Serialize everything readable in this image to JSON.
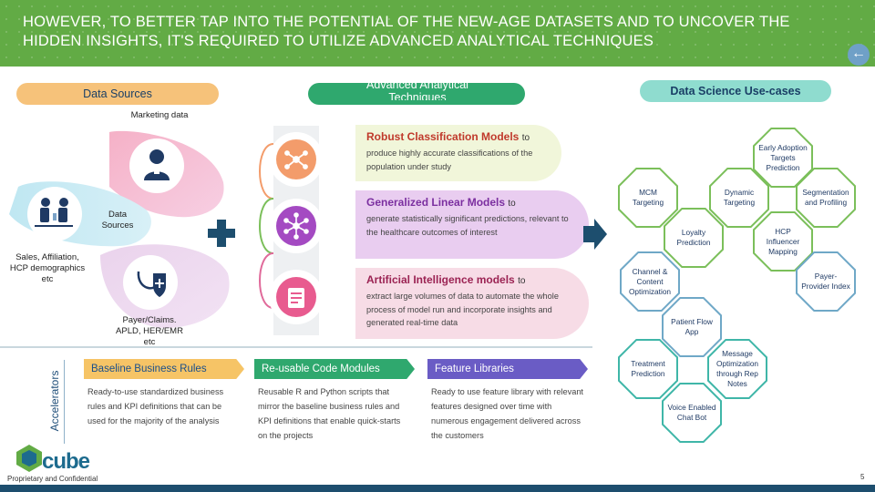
{
  "header": {
    "title": "HOWEVER, TO BETTER TAP INTO THE POTENTIAL OF THE NEW-AGE DATASETS AND TO UNCOVER THE HIDDEN INSIGHTS, IT'S REQUIRED TO UTILIZE ADVANCED ANALYTICAL TECHNIQUES",
    "back_icon": "arrow-left-icon"
  },
  "columns": {
    "sources": "Data Sources",
    "advanced": "Advanced Analytical Techniques",
    "use_cases": "Data Science Use-cases"
  },
  "sources": {
    "marketing": "Marketing data",
    "center": "Data Sources",
    "sales": "Sales, Affiliation, HCP demographics etc",
    "payer": "Payer/Claims. APLD, HER/EMR etc"
  },
  "models": [
    {
      "title": "Robust Classification Models",
      "to": "to",
      "desc": "produce highly accurate classifications of the population under study"
    },
    {
      "title": "Generalized Linear Models",
      "to": "to",
      "desc": "generate statistically significant predictions, relevant to the healthcare outcomes of interest"
    },
    {
      "title": "Artificial Intelligence models",
      "to": "to",
      "desc": "extract large volumes of data to automate the whole process of model run and incorporate insights and generated  real-time data"
    }
  ],
  "accelerators": {
    "label": "Accelerators",
    "cards": [
      {
        "title": "Baseline Business Rules",
        "body": "Ready-to-use standardized business rules and KPI definitions that can be used for the majority of the analysis"
      },
      {
        "title": "Re-usable Code Modules",
        "body": "Reusable R and Python scripts that mirror the baseline business rules and KPI definitions that enable quick-starts on the projects"
      },
      {
        "title": "Feature Libraries",
        "body": "Ready to use feature library  with relevant features designed over time with numerous engagement delivered across the customers"
      }
    ]
  },
  "use_cases": [
    "Early Adoption Targets Prediction",
    "MCM Targeting",
    "Dynamic Targeting",
    "Segmentation and Profiling",
    "Loyalty Prediction",
    "HCP Influencer Mapping",
    "Channel & Content Optimization",
    "Payer-Provider Index",
    "Patient Flow App",
    "Treatment Prediction",
    "Message Optimization through Rep Notes",
    "Voice Enabled Chat Bot"
  ],
  "colors": {
    "header": "#62ab45",
    "oct_border_blue": "#6fa8c7",
    "oct_border_green": "#7bbf5a",
    "oct_border_teal": "#3fb6a8"
  },
  "footer": {
    "confidential": "Proprietary and Confidential",
    "page": "5",
    "logo": "cube"
  }
}
